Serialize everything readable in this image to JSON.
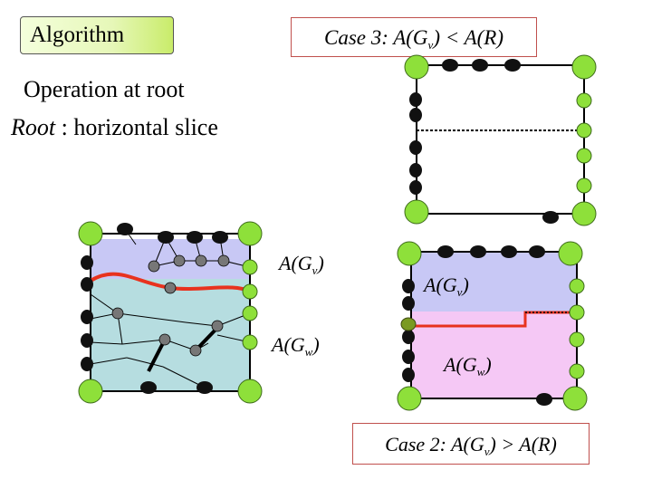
{
  "algorithm_label": "Algorithm",
  "case3": {
    "prefix": "Case 3:  A(G",
    "sub": "v",
    "suffix": ") < A(R)"
  },
  "case2": {
    "prefix": "Case 2:  A(G",
    "sub": "v",
    "suffix": ") > A(R)"
  },
  "operation_line": "Operation at root",
  "root_word": "Root",
  "root_desc": " : horizontal slice",
  "label_gv": {
    "base": "A(G",
    "sub": "v",
    "end": ")"
  },
  "label_gw": {
    "base": "A(G",
    "sub": "w",
    "end": ")"
  },
  "colors": {
    "region_v": "#c8c8f5",
    "region_w": "#b6dde0",
    "region_w_case2": "#f5c8f5",
    "slice_line": "#e8321e",
    "terminal": "#8ee03a",
    "node": "#111111",
    "internal_node": "#777777"
  }
}
